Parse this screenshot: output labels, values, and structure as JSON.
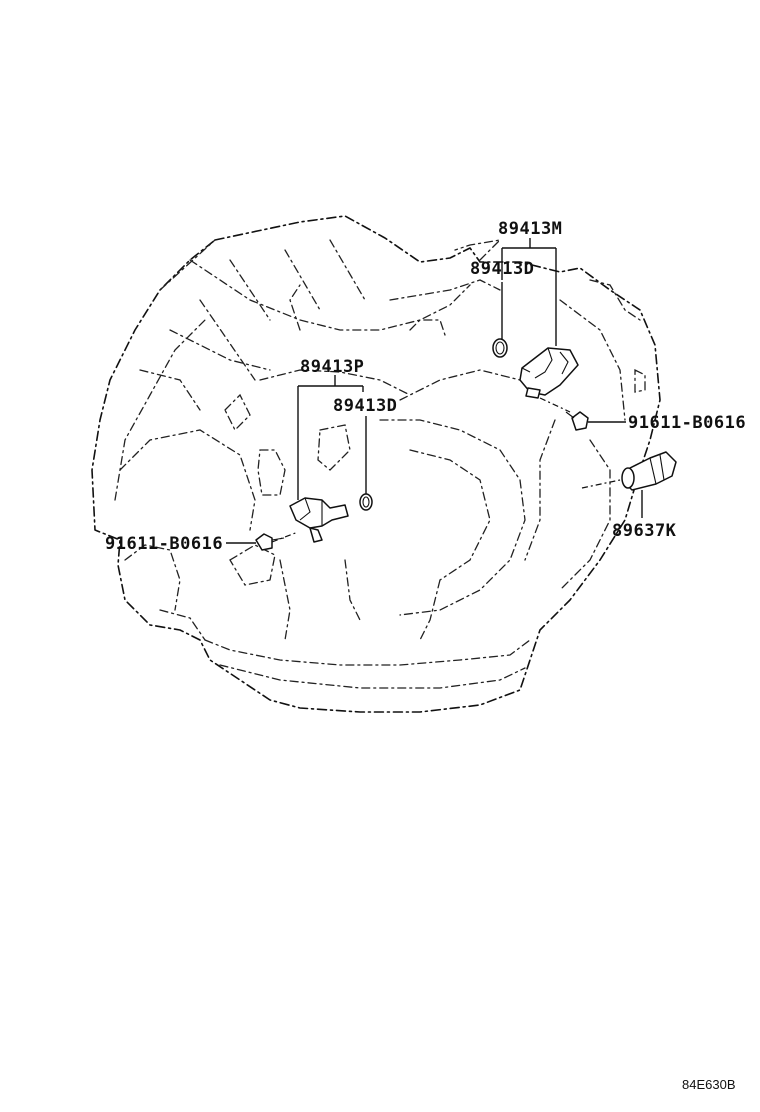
{
  "callouts": {
    "sensor_upper_group": "89413M",
    "sensor_upper_oring": "89413D",
    "sensor_lower_group": "89413P",
    "sensor_lower_oring": "89413D",
    "bolt_right": "91611-B0616",
    "bolt_left": "91611-B0616",
    "pressure_switch": "89637K"
  },
  "figure_ref": "84E630B"
}
